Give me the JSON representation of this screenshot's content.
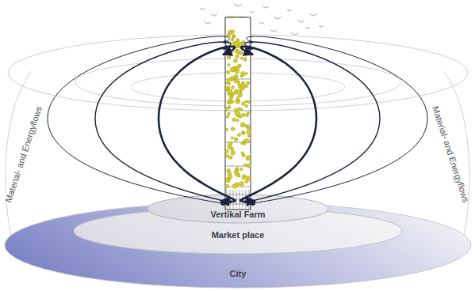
{
  "diagram": {
    "nodes": [
      {
        "text": [
          "City"
        ]
      },
      {
        "text": [
          "Market place"
        ],
        "in": 0
      },
      {
        "text": [
          "Vertikal Farm"
        ],
        "in": 1
      }
    ],
    "labels": [
      "Material- and Energyflows",
      "Material- and Energyflows"
    ]
  }
}
